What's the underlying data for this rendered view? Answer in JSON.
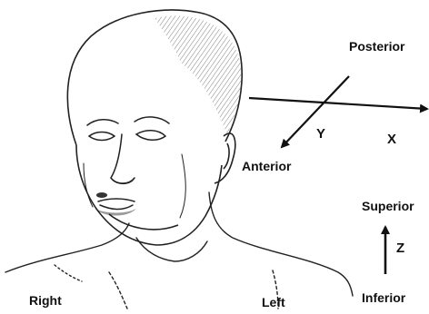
{
  "figure": {
    "head_illustration": "head-and-shoulders line drawing",
    "labels": {
      "right": "Right",
      "left": "Left",
      "posterior": "Posterior",
      "anterior": "Anterior",
      "superior": "Superior",
      "inferior": "Inferior"
    },
    "axes": {
      "x": "X",
      "y": "Y",
      "z": "Z"
    }
  }
}
